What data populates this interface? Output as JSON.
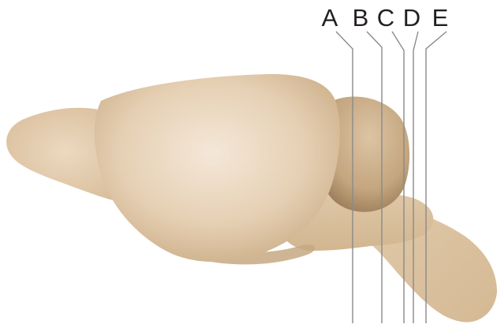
{
  "diagram": {
    "section_labels": [
      {
        "id": "a",
        "label": "A"
      },
      {
        "id": "b",
        "label": "B"
      },
      {
        "id": "c",
        "label": "C"
      },
      {
        "id": "d",
        "label": "D"
      },
      {
        "id": "e",
        "label": "E"
      }
    ],
    "colors": {
      "olfactory": "#e2cbad",
      "cerebrum": "#ead8c2",
      "cerebrum_shade": "#c9aa86",
      "cerebellum": "#d2b896",
      "cerebellum_shade": "#9c7e5a",
      "brainstem": "#d9bf9d",
      "section_line": "#8a8a8a",
      "label_text": "#231f20"
    }
  }
}
